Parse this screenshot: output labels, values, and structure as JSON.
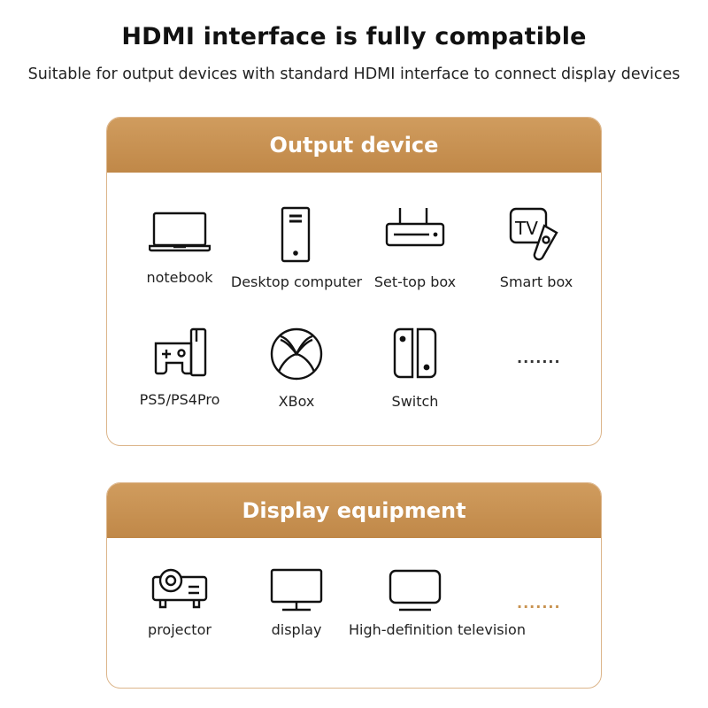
{
  "title": "HDMI interface is fully compatible",
  "subtitle": "Suitable for output devices with standard HDMI interface to connect display devices",
  "colors": {
    "header": "#c8924f",
    "border": "#dcb58a",
    "dots_output": "#333333",
    "dots_display": "#c8924f"
  },
  "output": {
    "heading": "Output device",
    "items": [
      {
        "label": "notebook",
        "icon": "laptop-icon"
      },
      {
        "label": "Desktop computer",
        "icon": "desktop-tower-icon"
      },
      {
        "label": "Set-top box",
        "icon": "set-top-box-icon"
      },
      {
        "label": "Smart box",
        "icon": "smart-tv-box-icon"
      },
      {
        "label": "PS5/PS4Pro",
        "icon": "gamepad-console-icon"
      },
      {
        "label": "XBox",
        "icon": "xbox-icon"
      },
      {
        "label": "Switch",
        "icon": "switch-console-icon"
      }
    ],
    "more": "......."
  },
  "display": {
    "heading": "Display equipment",
    "items": [
      {
        "label": "projector",
        "icon": "projector-icon"
      },
      {
        "label": "display",
        "icon": "monitor-icon"
      },
      {
        "label": "High-definition television",
        "icon": "tv-icon"
      }
    ],
    "more": "......."
  }
}
